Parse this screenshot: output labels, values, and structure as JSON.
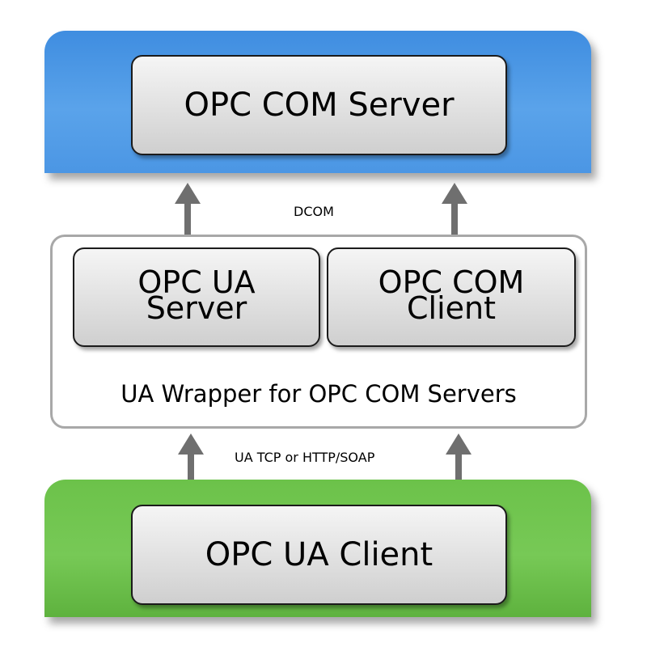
{
  "top_band": {
    "box_label": "OPC COM Server",
    "color": "#4b96e4"
  },
  "connection_top": {
    "label": "DCOM"
  },
  "wrapper": {
    "label": "UA Wrapper for OPC COM Servers",
    "left_box_label": "OPC UA\nServer",
    "right_box_label": "OPC COM\nClient"
  },
  "connection_bottom": {
    "label": "UA TCP or HTTP/SOAP"
  },
  "bottom_band": {
    "box_label": "OPC UA Client",
    "color": "#6cc24a"
  },
  "arrow_color": "#6f6f6f"
}
